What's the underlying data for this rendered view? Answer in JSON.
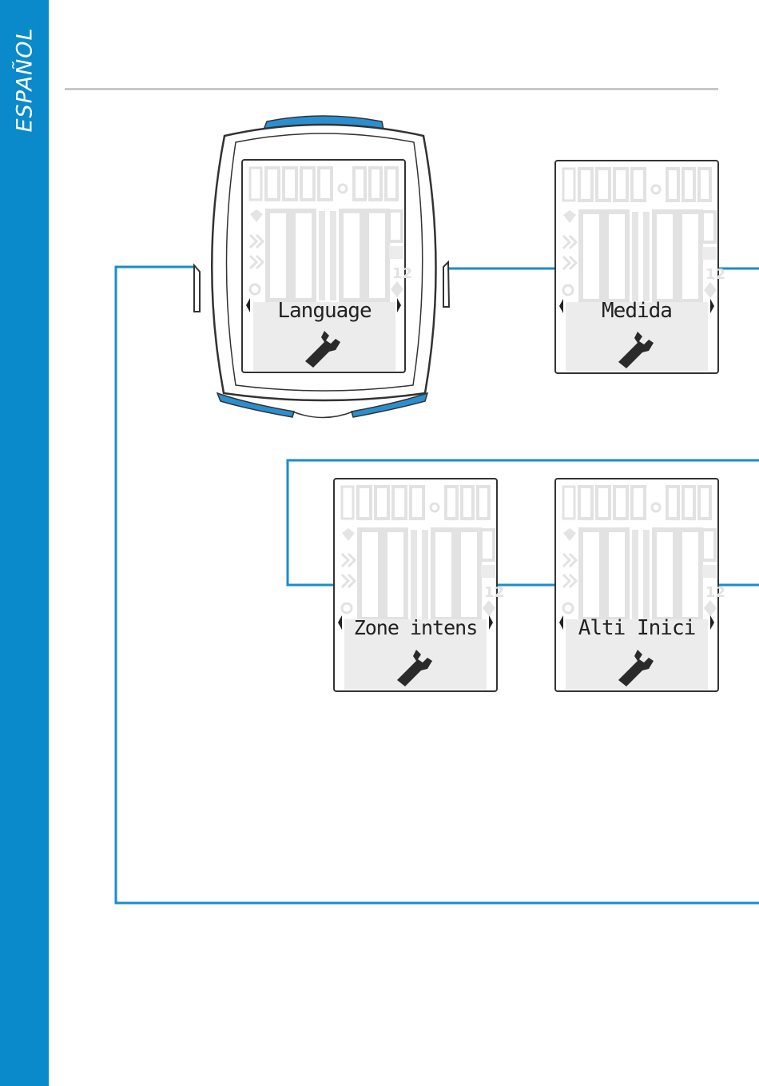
{
  "sidebar": {
    "label": "ESPAÑOL",
    "color": "#0a8acb"
  },
  "colors": {
    "line": "#1a8ccd",
    "accent": "#2a8fd0",
    "lcd_ghost": "#e6e6e6",
    "lcd_band": "#ececec"
  },
  "screens": [
    {
      "id": "language",
      "label": "Language",
      "icon": "wrench-icon"
    },
    {
      "id": "medida",
      "label": "Medida",
      "icon": "wrench-icon"
    },
    {
      "id": "zone",
      "label": "Zone intens",
      "icon": "wrench-icon"
    },
    {
      "id": "alti",
      "label": "Alti Inici",
      "icon": "wrench-icon"
    }
  ]
}
